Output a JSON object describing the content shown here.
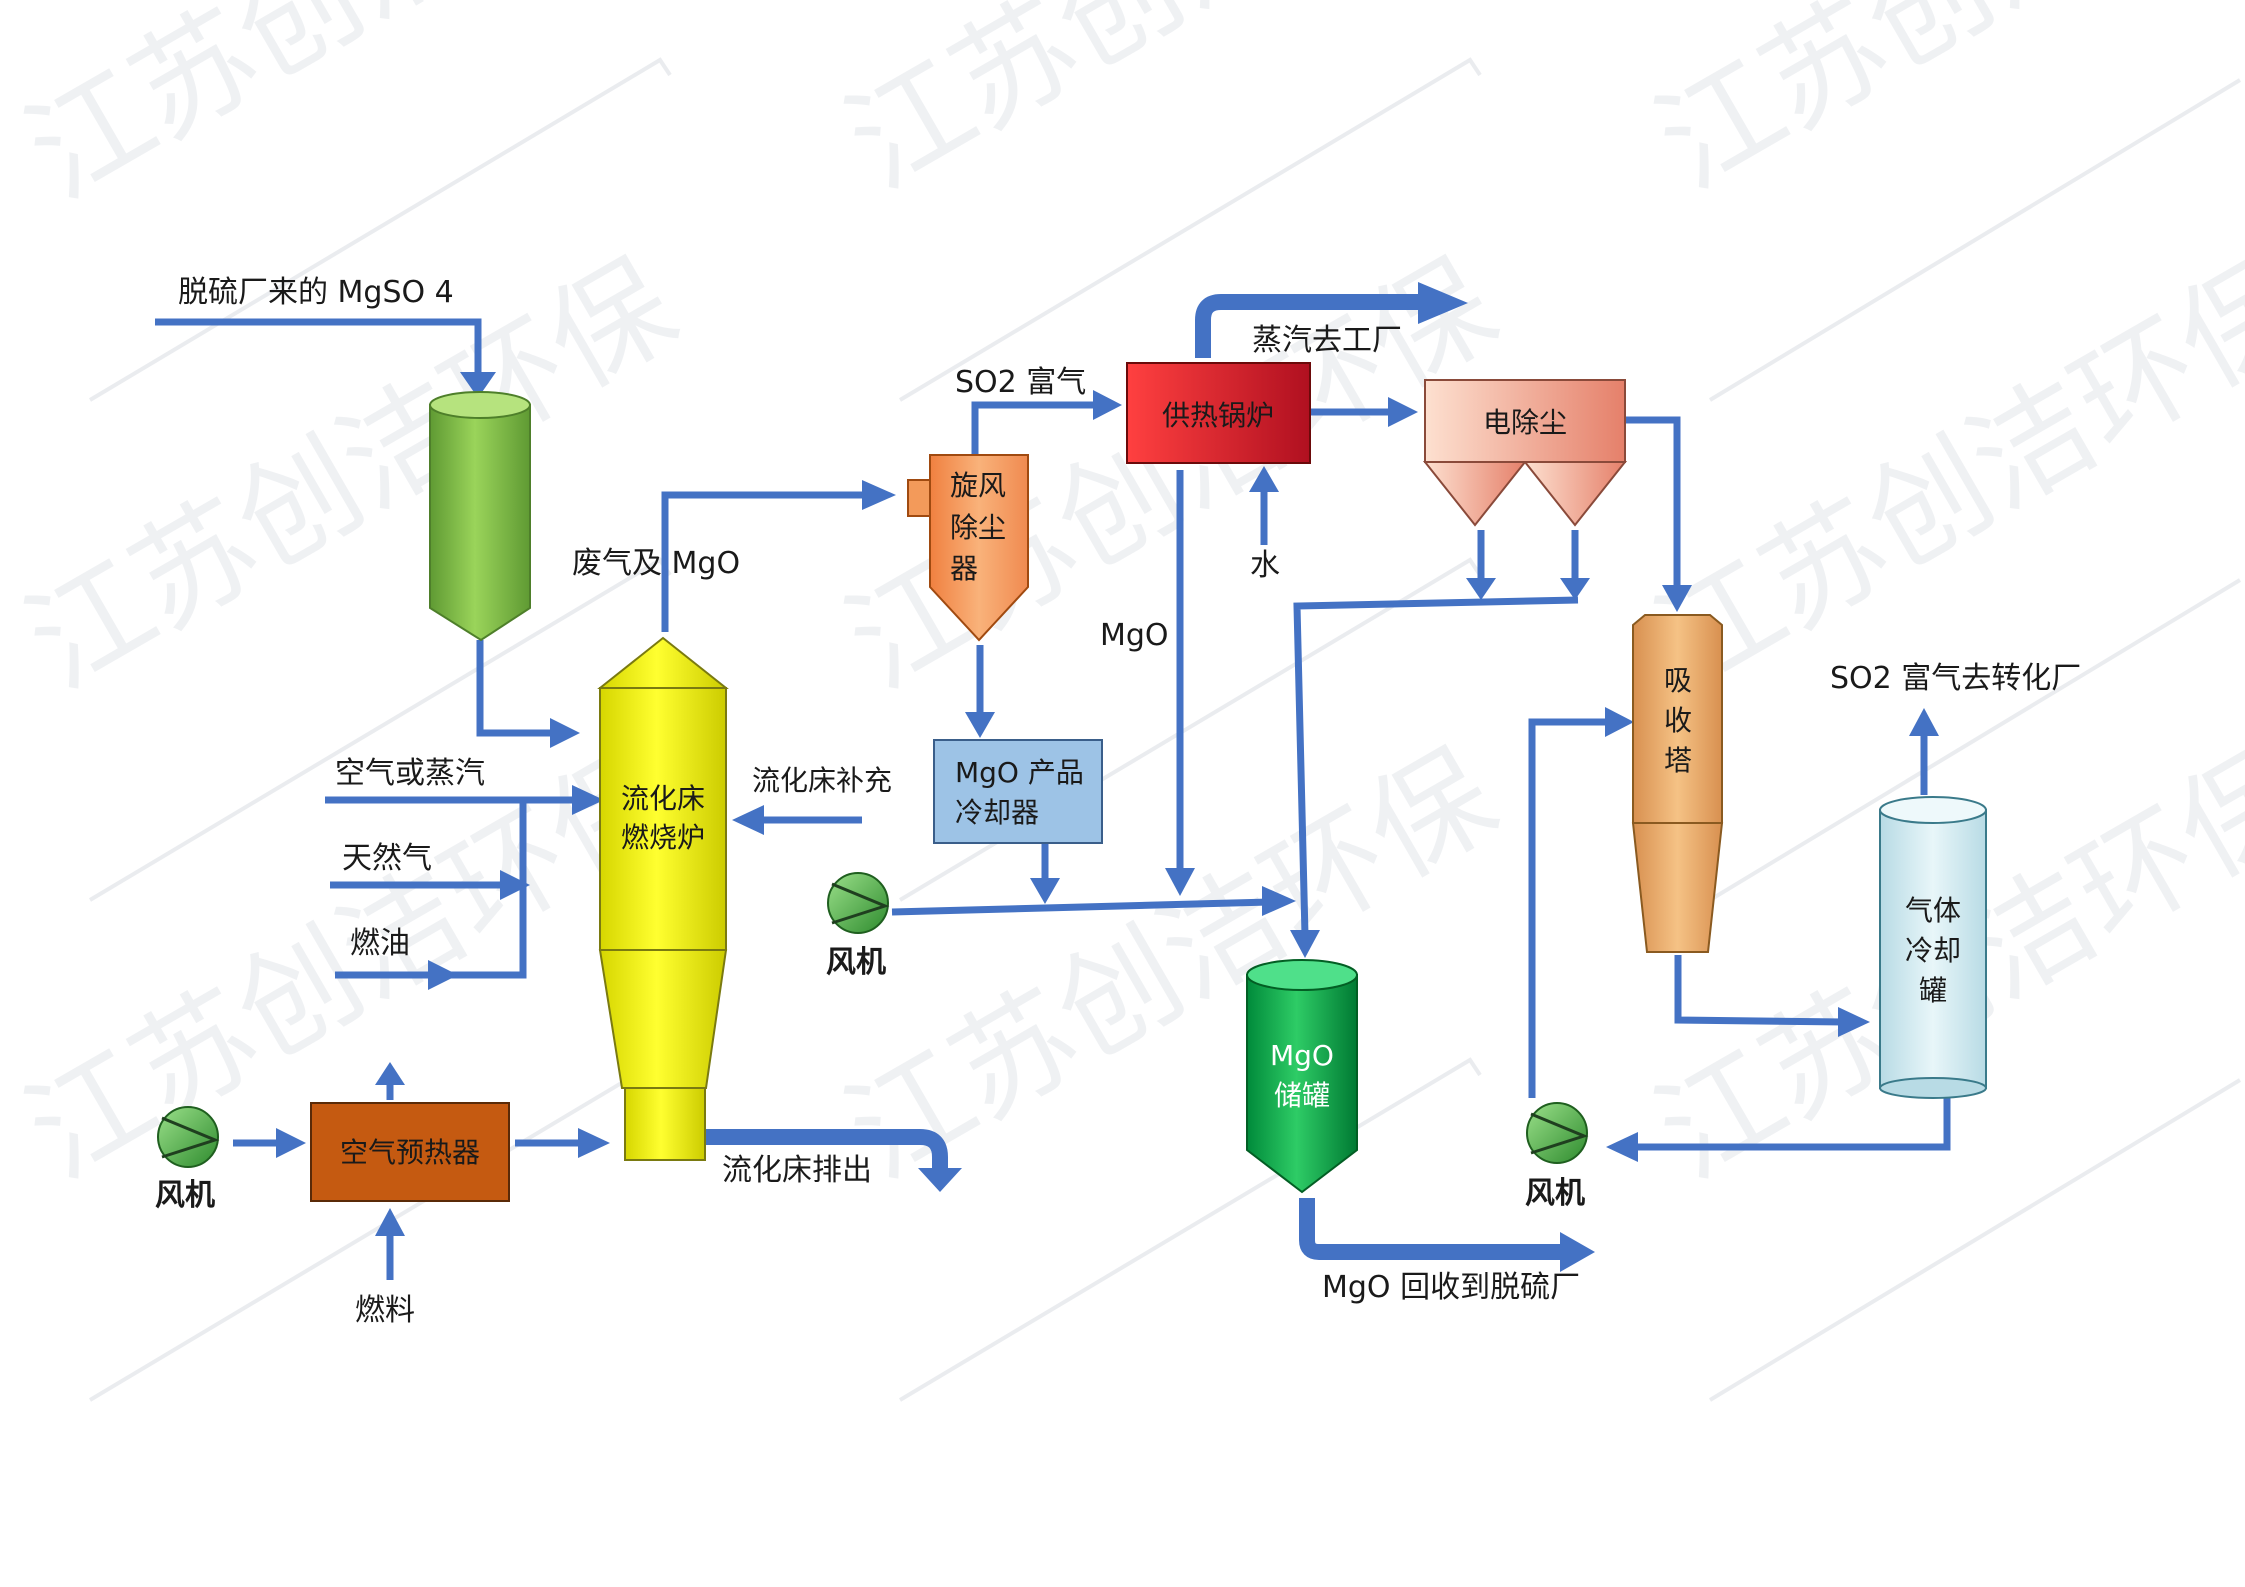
{
  "watermark": "江苏创洁环保",
  "colors": {
    "pipe": "#4472c4",
    "feed_hopper": "#70ad47",
    "furnace": "#ffff00",
    "cyclone": "#f4a460",
    "boiler": "#e02020",
    "esp": "#f0a080",
    "cooler": "#9dc3e6",
    "preheater": "#c55a11",
    "storage": "#00b050",
    "absorber": "#e8a860",
    "gas_cooler": "#d6eef3"
  },
  "units": {
    "furnace": [
      "流化床",
      "燃烧炉"
    ],
    "cyclone": [
      "旋风",
      "除尘",
      "器"
    ],
    "boiler": "供热锅炉",
    "esp": "电除尘",
    "mgo_cooler": [
      "MgO 产品",
      "冷却器"
    ],
    "preheater": "空气预热器",
    "mgo_storage": [
      "MgO",
      "储罐"
    ],
    "absorber": [
      "吸",
      "收",
      "塔"
    ],
    "gas_cooler": [
      "气体",
      "冷却",
      "罐"
    ]
  },
  "labels": {
    "mgso4_in": "脱硫厂来的 MgSO 4",
    "offgas_mgo": "废气及 MgO",
    "so2_rich": "SO2 富气",
    "steam_out": "蒸汽去工厂",
    "water": "水",
    "mgo": "MgO",
    "air_or_steam": "空气或蒸汽",
    "natural_gas": "天然气",
    "fuel_oil": "燃油",
    "bed_makeup": "流化床补充",
    "bed_discharge": "流化床排出",
    "fuel": "燃料",
    "fan": "风机",
    "mgo_return": "MgO 回收到脱硫厂",
    "so2_to_conversion": "SO2 富气去转化厂"
  }
}
